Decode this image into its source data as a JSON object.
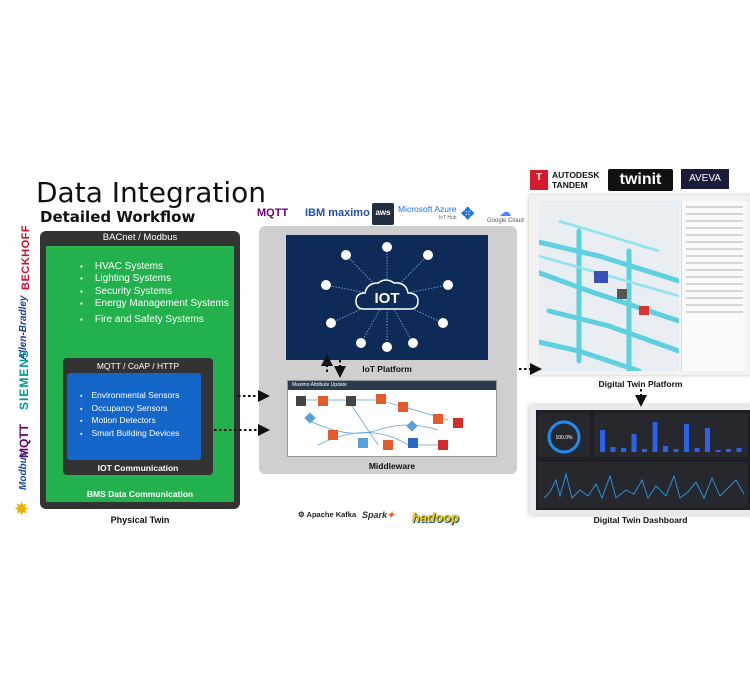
{
  "title": "Data Integration",
  "subtitle": "Detailed Workflow",
  "vendors_left": {
    "beckhoff": "BECKHOFF",
    "allen_bradley": "Allen-Bradley",
    "siemens": "SIEMENS",
    "mqtt": "MQTT",
    "modbus": "Modbus"
  },
  "physical_twin": {
    "protocol_label": "BACnet / Modbus",
    "systems": [
      "HVAC Systems",
      "Lighting Systems",
      "Security Systems",
      "Energy Management Systems",
      "Fire and Safety Systems"
    ],
    "iot_protocols": "MQTT / CoAP / HTTP",
    "sensors": [
      "Environmental Sensors",
      "Occupancy Sensors",
      "Motion Detectors",
      "Smart Building Devices"
    ],
    "iot_comm_label": "IOT Communication",
    "bms_comm_label": "BMS Data Communication",
    "caption": "Physical Twin"
  },
  "middle": {
    "logos": {
      "mqtt": "MQTT",
      "ibm": "IBM maximo",
      "aws": "aws",
      "azure": "Microsoft Azure",
      "azure_sub": "IoT Hub",
      "google": "Google Cloud"
    },
    "iot_center": "IOT",
    "iot_platform_label": "IoT Platform",
    "mw_window_title": "Maximo Attribute Update",
    "middleware_label": "Middleware",
    "tools": {
      "kafka": "Apache Kafka",
      "spark": "Spark",
      "hadoop": "hadoop"
    }
  },
  "right": {
    "brands": {
      "t": "T",
      "tandem_top": "AUTODESK",
      "tandem_bottom": "TANDEM",
      "twinit": "twinit",
      "aveva": "AVEVA"
    },
    "platform_label": "Digital Twin Platform",
    "dashboard_label": "Digital Twin Dashboard",
    "gauge_value": "100.0%"
  },
  "colors": {
    "bms_green": "#22b14c",
    "iot_blue": "#1466c8",
    "dark_frame": "#333333",
    "iot_platform_bg": "#0e2a57"
  }
}
